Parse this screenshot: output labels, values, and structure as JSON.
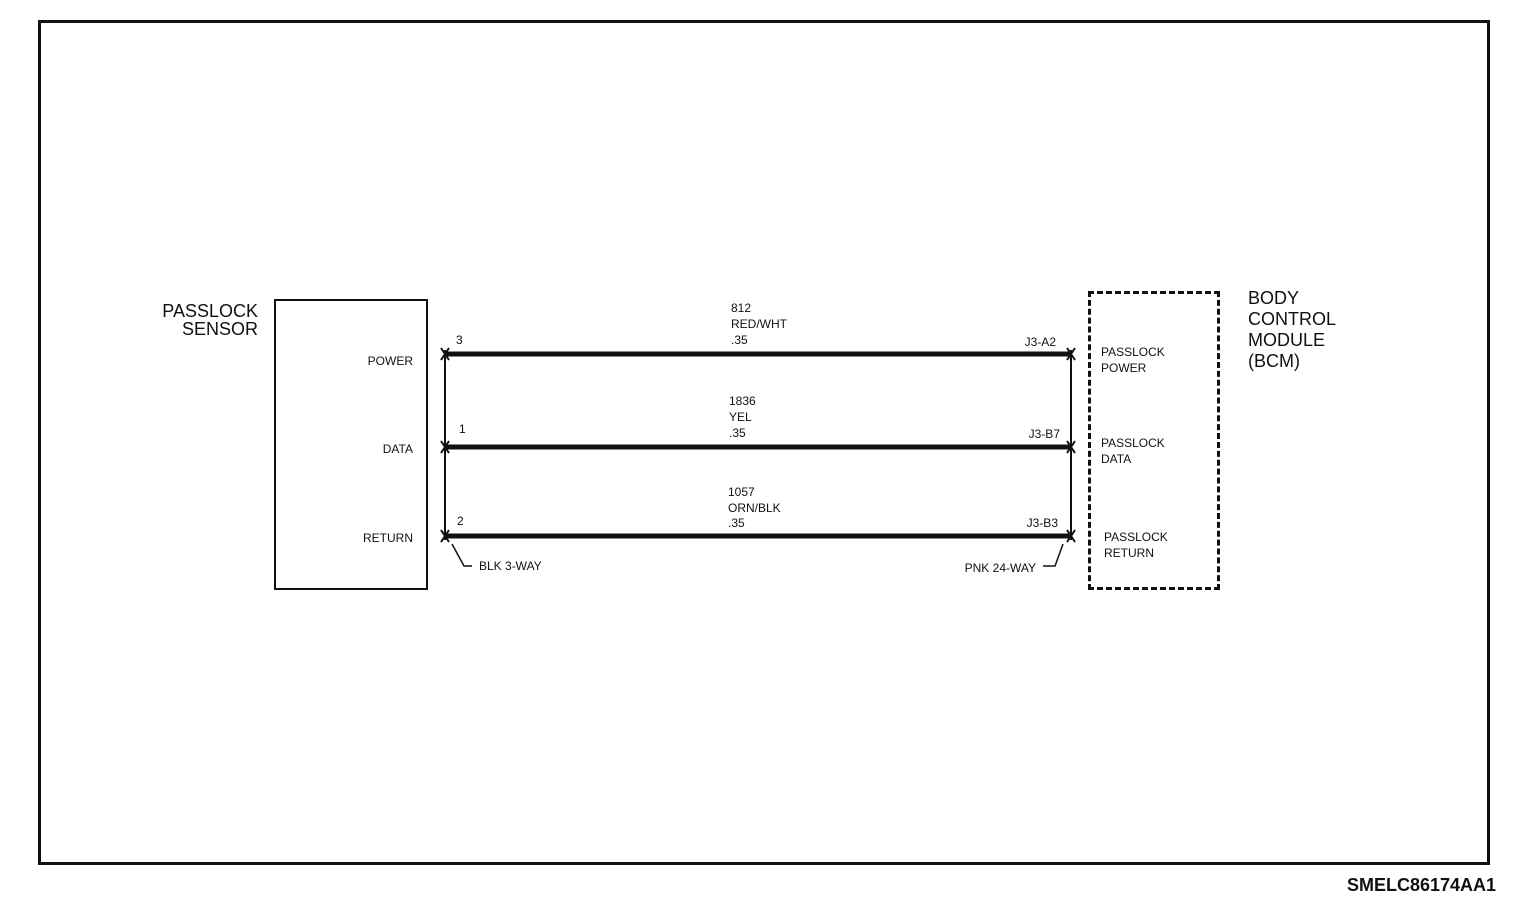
{
  "diagram": {
    "sensor": {
      "title": "PASSLOCK\nSENSOR",
      "pins": [
        {
          "label": "POWER",
          "number": "3"
        },
        {
          "label": "DATA",
          "number": "1"
        },
        {
          "label": "RETURN",
          "number": "2"
        }
      ],
      "connector": "BLK 3-WAY"
    },
    "bcm": {
      "title": "BODY\nCONTROL\nMODULE\n(BCM)",
      "pins": [
        {
          "label": "PASSLOCK\nPOWER",
          "terminal": "J3-A2"
        },
        {
          "label": "PASSLOCK\nDATA",
          "terminal": "J3-B7"
        },
        {
          "label": "PASSLOCK\nRETURN",
          "terminal": "J3-B3"
        }
      ],
      "connector": "PNK 24-WAY"
    },
    "wires": [
      {
        "circuit": "812",
        "color": "RED/WHT",
        "gauge": ".35"
      },
      {
        "circuit": "1836",
        "color": "YEL",
        "gauge": ".35"
      },
      {
        "circuit": "1057",
        "color": "ORN/BLK",
        "gauge": ".35"
      }
    ],
    "figure_code": "SMELC86174AA1"
  }
}
